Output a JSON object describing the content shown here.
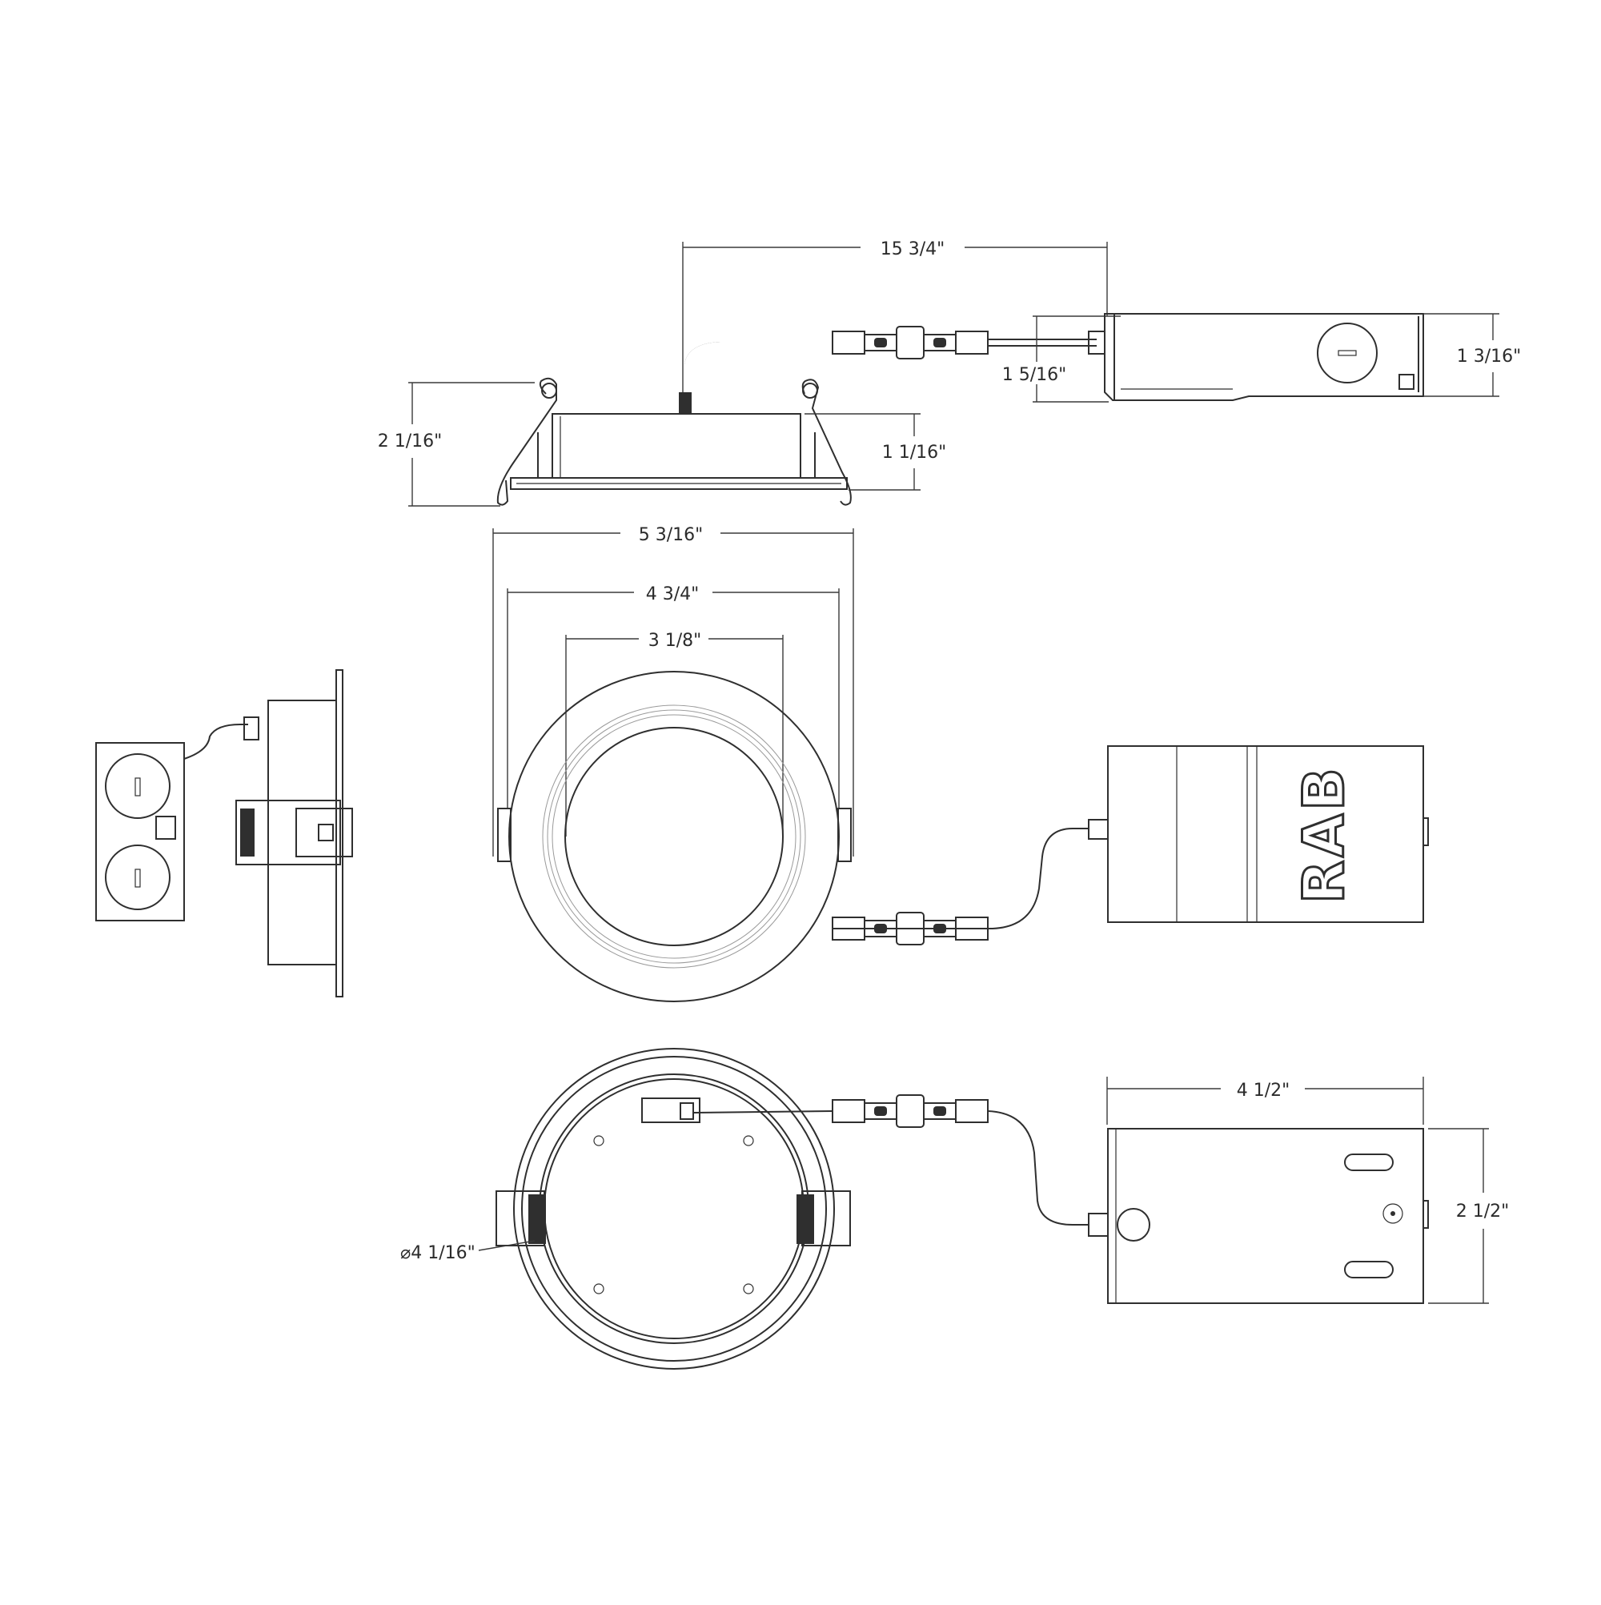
{
  "dimensions": {
    "overall_length": "15 3/4\"",
    "driver_height": "1 3/16\"",
    "connector_height": "1 5/16\"",
    "clip_height": "2 1/16\"",
    "body_height": "1 1/16\"",
    "trim_diameter": "5 3/16\"",
    "body_diameter": "4 3/4\"",
    "aperture_diameter": "3 1/8\"",
    "cutout_diameter": "⌀4 1/16\"",
    "driver_length": "4 1/2\"",
    "driver_width": "2 1/2\""
  },
  "brand": {
    "logo_text": "RAB"
  },
  "colors": {
    "line": "#2f2f2f",
    "background": "#ffffff"
  }
}
